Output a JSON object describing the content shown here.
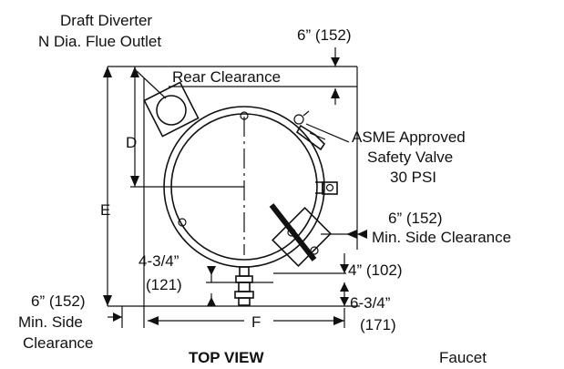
{
  "labels": {
    "draft_diverter_line1": "Draft Diverter",
    "draft_diverter_line2": "N Dia. Flue Outlet",
    "top_clearance": "6” (152)",
    "rear_clearance": "Rear Clearance",
    "asme_line1": "ASME Approved",
    "asme_line2": "Safety Valve",
    "asme_line3": "30 PSI",
    "dim_d": "D",
    "dim_e": "E",
    "right_side_value": "6” (152)",
    "right_side_text": "Min. Side Clearance",
    "dim_4in": "4” (102)",
    "dim_434_line1": "4-3/4”",
    "dim_434_line2": "(121)",
    "left_side_value": "6” (152)",
    "left_side_line1": "Min. Side",
    "left_side_line2": "Clearance",
    "dim_634_line1": "6-3/4”",
    "dim_634_line2": "(171)",
    "dim_f": "F",
    "view_title": "TOP VIEW",
    "faucet": "Faucet"
  }
}
